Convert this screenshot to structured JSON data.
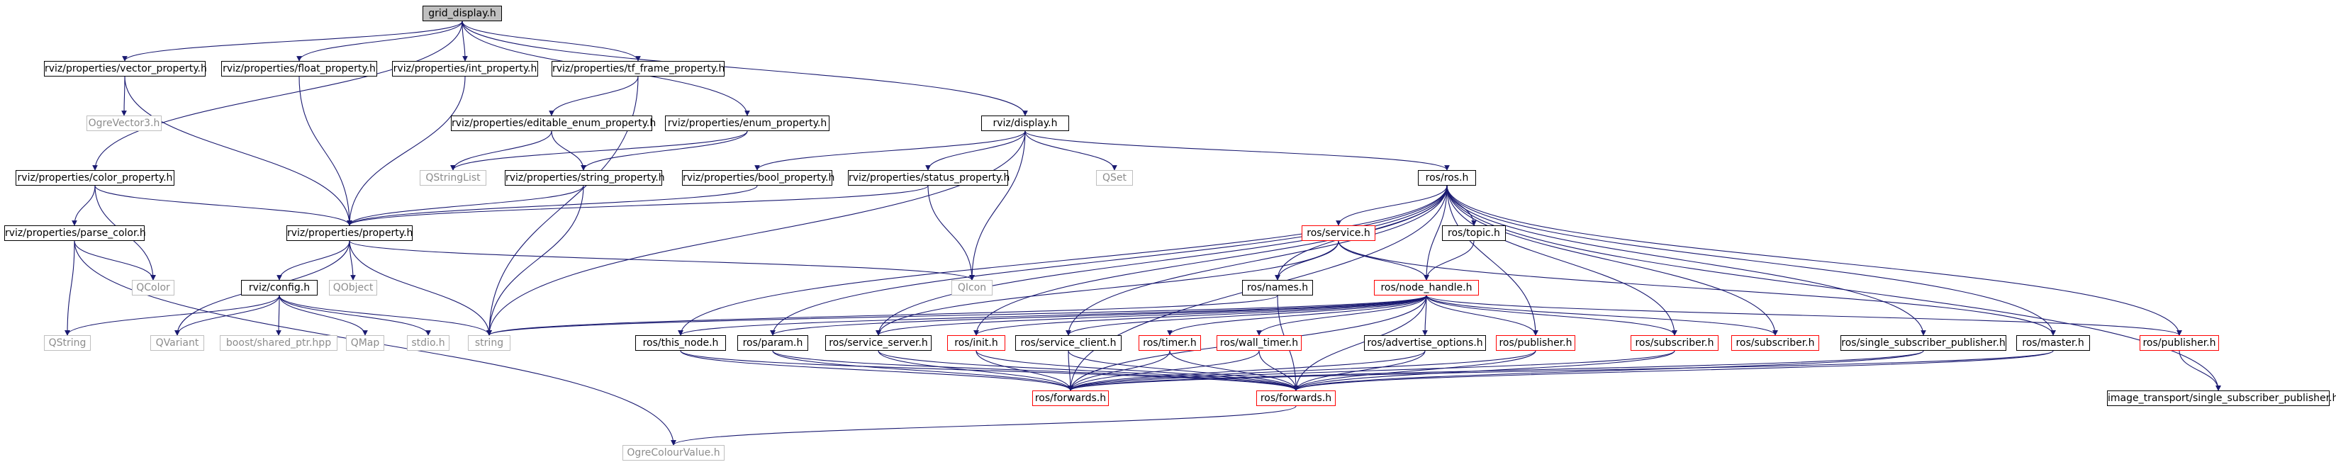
{
  "colors": {
    "edge": "#191970",
    "normal_border": "#000000",
    "external_border": "#bfbfbf",
    "truncated_border": "#ff0000",
    "root_fill": "#bfbfbf"
  },
  "nodes": [
    {
      "id": "grid_display",
      "label": "grid_display.h",
      "kind": "root"
    },
    {
      "id": "vector_property",
      "label": "rviz/properties/vector_property.h",
      "kind": "normal"
    },
    {
      "id": "float_property",
      "label": "rviz/properties/float_property.h",
      "kind": "normal"
    },
    {
      "id": "int_property",
      "label": "rviz/properties/int_property.h",
      "kind": "normal"
    },
    {
      "id": "tf_frame_property",
      "label": "rviz/properties/tf_frame_property.h",
      "kind": "normal"
    },
    {
      "id": "display",
      "label": "rviz/display.h",
      "kind": "normal"
    },
    {
      "id": "ogre_vector3",
      "label": "OgreVector3.h",
      "kind": "external"
    },
    {
      "id": "editable_enum",
      "label": "rviz/properties/editable_enum_property.h",
      "kind": "normal"
    },
    {
      "id": "enum_property",
      "label": "rviz/properties/enum_property.h",
      "kind": "normal"
    },
    {
      "id": "color_property",
      "label": "rviz/properties/color_property.h",
      "kind": "normal"
    },
    {
      "id": "qstringlist",
      "label": "QStringList",
      "kind": "external"
    },
    {
      "id": "string_property",
      "label": "rviz/properties/string_property.h",
      "kind": "normal"
    },
    {
      "id": "bool_property",
      "label": "rviz/properties/bool_property.h",
      "kind": "normal"
    },
    {
      "id": "status_property",
      "label": "rviz/properties/status_property.h",
      "kind": "normal"
    },
    {
      "id": "qset",
      "label": "QSet",
      "kind": "external"
    },
    {
      "id": "ros_ros",
      "label": "ros/ros.h",
      "kind": "normal"
    },
    {
      "id": "parse_color",
      "label": "rviz/properties/parse_color.h",
      "kind": "normal"
    },
    {
      "id": "property",
      "label": "rviz/properties/property.h",
      "kind": "normal"
    },
    {
      "id": "ros_service",
      "label": "ros/service.h",
      "kind": "truncated"
    },
    {
      "id": "ros_topic",
      "label": "ros/topic.h",
      "kind": "normal"
    },
    {
      "id": "qcolor",
      "label": "QColor",
      "kind": "external"
    },
    {
      "id": "rviz_config",
      "label": "rviz/config.h",
      "kind": "normal"
    },
    {
      "id": "qobject",
      "label": "QObject",
      "kind": "external"
    },
    {
      "id": "qicon",
      "label": "QIcon",
      "kind": "external"
    },
    {
      "id": "ros_names",
      "label": "ros/names.h",
      "kind": "normal"
    },
    {
      "id": "node_handle",
      "label": "ros/node_handle.h",
      "kind": "truncated"
    },
    {
      "id": "qstring",
      "label": "QString",
      "kind": "external"
    },
    {
      "id": "qvariant",
      "label": "QVariant",
      "kind": "external"
    },
    {
      "id": "shared_ptr",
      "label": "boost/shared_ptr.hpp",
      "kind": "external"
    },
    {
      "id": "qmap",
      "label": "QMap",
      "kind": "external"
    },
    {
      "id": "stdio",
      "label": "stdio.h",
      "kind": "external"
    },
    {
      "id": "string",
      "label": "string",
      "kind": "external"
    },
    {
      "id": "this_node",
      "label": "ros/this_node.h",
      "kind": "normal"
    },
    {
      "id": "ros_param",
      "label": "ros/param.h",
      "kind": "normal"
    },
    {
      "id": "service_server",
      "label": "ros/service_server.h",
      "kind": "normal"
    },
    {
      "id": "ros_init",
      "label": "ros/init.h",
      "kind": "truncated"
    },
    {
      "id": "service_client",
      "label": "ros/service_client.h",
      "kind": "normal"
    },
    {
      "id": "ros_timer",
      "label": "ros/timer.h",
      "kind": "truncated"
    },
    {
      "id": "wall_timer",
      "label": "ros/wall_timer.h",
      "kind": "truncated"
    },
    {
      "id": "advertise_options",
      "label": "ros/advertise_options.h",
      "kind": "normal"
    },
    {
      "id": "ros_publisher",
      "label": "ros/publisher.h",
      "kind": "truncated"
    },
    {
      "id": "ros_subscriber_a",
      "label": "ros/subscriber.h",
      "kind": "truncated"
    },
    {
      "id": "ros_subscriber_b",
      "label": "ros/subscriber.h",
      "kind": "truncated"
    },
    {
      "id": "single_sub_pub",
      "label": "ros/single_subscriber_publisher.h",
      "kind": "normal"
    },
    {
      "id": "ros_master",
      "label": "ros/master.h",
      "kind": "normal"
    },
    {
      "id": "ros_publisher_b",
      "label": "ros/publisher.h",
      "kind": "truncated"
    },
    {
      "id": "forwards_a",
      "label": "ros/forwards.h",
      "kind": "truncated"
    },
    {
      "id": "forwards_b",
      "label": "ros/forwards.h",
      "kind": "truncated"
    },
    {
      "id": "it_single_sub_pub",
      "label": "image_transport/single_subscriber_publisher.h",
      "kind": "normal"
    },
    {
      "id": "ogre_colour",
      "label": "OgreColourValue.h",
      "kind": "external"
    }
  ],
  "edges": [
    [
      "grid_display",
      "vector_property"
    ],
    [
      "grid_display",
      "float_property"
    ],
    [
      "grid_display",
      "int_property"
    ],
    [
      "grid_display",
      "tf_frame_property"
    ],
    [
      "grid_display",
      "enum_property"
    ],
    [
      "grid_display",
      "display"
    ],
    [
      "grid_display",
      "color_property"
    ],
    [
      "vector_property",
      "ogre_vector3"
    ],
    [
      "vector_property",
      "property"
    ],
    [
      "float_property",
      "property"
    ],
    [
      "int_property",
      "property"
    ],
    [
      "tf_frame_property",
      "editable_enum"
    ],
    [
      "tf_frame_property",
      "string"
    ],
    [
      "editable_enum",
      "qstringlist"
    ],
    [
      "editable_enum",
      "string_property"
    ],
    [
      "enum_property",
      "qstringlist"
    ],
    [
      "enum_property",
      "string_property"
    ],
    [
      "string_property",
      "property"
    ],
    [
      "string_property",
      "string"
    ],
    [
      "color_property",
      "parse_color"
    ],
    [
      "color_property",
      "qcolor"
    ],
    [
      "color_property",
      "property"
    ],
    [
      "parse_color",
      "qcolor"
    ],
    [
      "parse_color",
      "qstring"
    ],
    [
      "parse_color",
      "ogre_colour"
    ],
    [
      "display",
      "bool_property"
    ],
    [
      "display",
      "status_property"
    ],
    [
      "display",
      "qset"
    ],
    [
      "display",
      "ros_ros"
    ],
    [
      "display",
      "qicon"
    ],
    [
      "display",
      "string"
    ],
    [
      "bool_property",
      "property"
    ],
    [
      "status_property",
      "property"
    ],
    [
      "status_property",
      "qicon"
    ],
    [
      "property",
      "rviz_config"
    ],
    [
      "property",
      "qobject"
    ],
    [
      "property",
      "qicon"
    ],
    [
      "property",
      "qvariant"
    ],
    [
      "property",
      "string"
    ],
    [
      "rviz_config",
      "qstring"
    ],
    [
      "rviz_config",
      "qvariant"
    ],
    [
      "rviz_config",
      "shared_ptr"
    ],
    [
      "rviz_config",
      "qmap"
    ],
    [
      "rviz_config",
      "stdio"
    ],
    [
      "rviz_config",
      "string"
    ],
    [
      "ros_ros",
      "ros_service"
    ],
    [
      "ros_ros",
      "ros_topic"
    ],
    [
      "ros_ros",
      "ros_names"
    ],
    [
      "ros_ros",
      "node_handle"
    ],
    [
      "ros_ros",
      "this_node"
    ],
    [
      "ros_ros",
      "ros_param"
    ],
    [
      "ros_ros",
      "service_server"
    ],
    [
      "ros_ros",
      "ros_init"
    ],
    [
      "ros_ros",
      "service_client"
    ],
    [
      "ros_ros",
      "ros_publisher"
    ],
    [
      "ros_ros",
      "ros_subscriber_a"
    ],
    [
      "ros_ros",
      "ros_subscriber_b"
    ],
    [
      "ros_ros",
      "single_sub_pub"
    ],
    [
      "ros_ros",
      "ros_master"
    ],
    [
      "ros_ros",
      "ros_publisher_b"
    ],
    [
      "ros_ros",
      "it_single_sub_pub"
    ],
    [
      "ros_ros",
      "forwards_a"
    ],
    [
      "ros_service",
      "ros_names"
    ],
    [
      "ros_service",
      "node_handle"
    ],
    [
      "ros_service",
      "service_server"
    ],
    [
      "ros_service",
      "ros_master"
    ],
    [
      "ros_topic",
      "node_handle"
    ],
    [
      "ros_names",
      "forwards_b"
    ],
    [
      "ros_names",
      "string"
    ],
    [
      "node_handle",
      "string"
    ],
    [
      "node_handle",
      "this_node"
    ],
    [
      "node_handle",
      "ros_param"
    ],
    [
      "node_handle",
      "service_server"
    ],
    [
      "node_handle",
      "ros_init"
    ],
    [
      "node_handle",
      "service_client"
    ],
    [
      "node_handle",
      "ros_timer"
    ],
    [
      "node_handle",
      "wall_timer"
    ],
    [
      "node_handle",
      "advertise_options"
    ],
    [
      "node_handle",
      "ros_publisher"
    ],
    [
      "node_handle",
      "ros_subscriber_a"
    ],
    [
      "node_handle",
      "ros_subscriber_b"
    ],
    [
      "node_handle",
      "ros_publisher_b"
    ],
    [
      "node_handle",
      "forwards_b"
    ],
    [
      "node_handle",
      "forwards_a"
    ],
    [
      "this_node",
      "forwards_a"
    ],
    [
      "this_node",
      "forwards_b"
    ],
    [
      "ros_param",
      "forwards_a"
    ],
    [
      "ros_param",
      "forwards_b"
    ],
    [
      "service_server",
      "forwards_a"
    ],
    [
      "service_server",
      "forwards_b"
    ],
    [
      "ros_init",
      "forwards_a"
    ],
    [
      "ros_init",
      "forwards_b"
    ],
    [
      "service_client",
      "forwards_a"
    ],
    [
      "service_client",
      "forwards_b"
    ],
    [
      "ros_timer",
      "forwards_a"
    ],
    [
      "ros_timer",
      "forwards_b"
    ],
    [
      "wall_timer",
      "forwards_a"
    ],
    [
      "wall_timer",
      "forwards_b"
    ],
    [
      "advertise_options",
      "forwards_a"
    ],
    [
      "advertise_options",
      "forwards_b"
    ],
    [
      "ros_publisher",
      "forwards_a"
    ],
    [
      "ros_publisher",
      "forwards_b"
    ],
    [
      "ros_subscriber_a",
      "forwards_a"
    ],
    [
      "ros_subscriber_a",
      "forwards_b"
    ],
    [
      "single_sub_pub",
      "forwards_a"
    ],
    [
      "single_sub_pub",
      "forwards_b"
    ],
    [
      "ros_master",
      "forwards_a"
    ],
    [
      "ros_master",
      "forwards_b"
    ],
    [
      "ros_publisher_b",
      "it_single_sub_pub"
    ],
    [
      "forwards_b",
      "ogre_colour"
    ]
  ]
}
